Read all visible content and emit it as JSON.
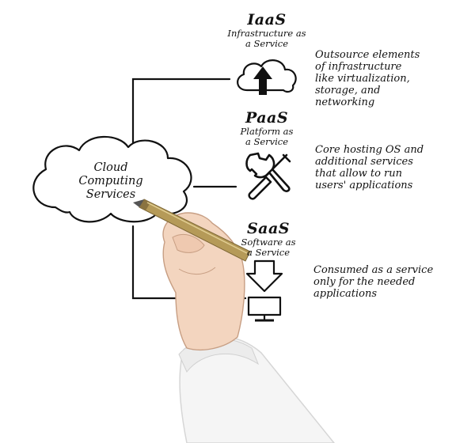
{
  "diagram": {
    "center": {
      "label_lines": [
        "Cloud",
        "Computing",
        "Services"
      ]
    },
    "services": [
      {
        "id": "iaas",
        "title": "IaaS",
        "subtitle_lines": [
          "Infrastructure as",
          "a Service"
        ],
        "icon": "cloud-upload-icon",
        "description_lines": [
          "Outsource elements",
          "of infrastructure",
          "like virtualization,",
          "storage, and",
          "networking"
        ]
      },
      {
        "id": "paas",
        "title": "PaaS",
        "subtitle_lines": [
          "Platform as",
          "a Service"
        ],
        "icon": "wrench-screwdriver-icon",
        "description_lines": [
          "Core hosting OS and",
          "additional services",
          "that allow to run",
          "users' applications"
        ]
      },
      {
        "id": "saas",
        "title": "SaaS",
        "subtitle_lines": [
          "Software as",
          "a Service"
        ],
        "icon": "download-monitor-icon",
        "description_lines": [
          "Consumed as a service",
          "only for the needed",
          "applications"
        ]
      }
    ]
  }
}
